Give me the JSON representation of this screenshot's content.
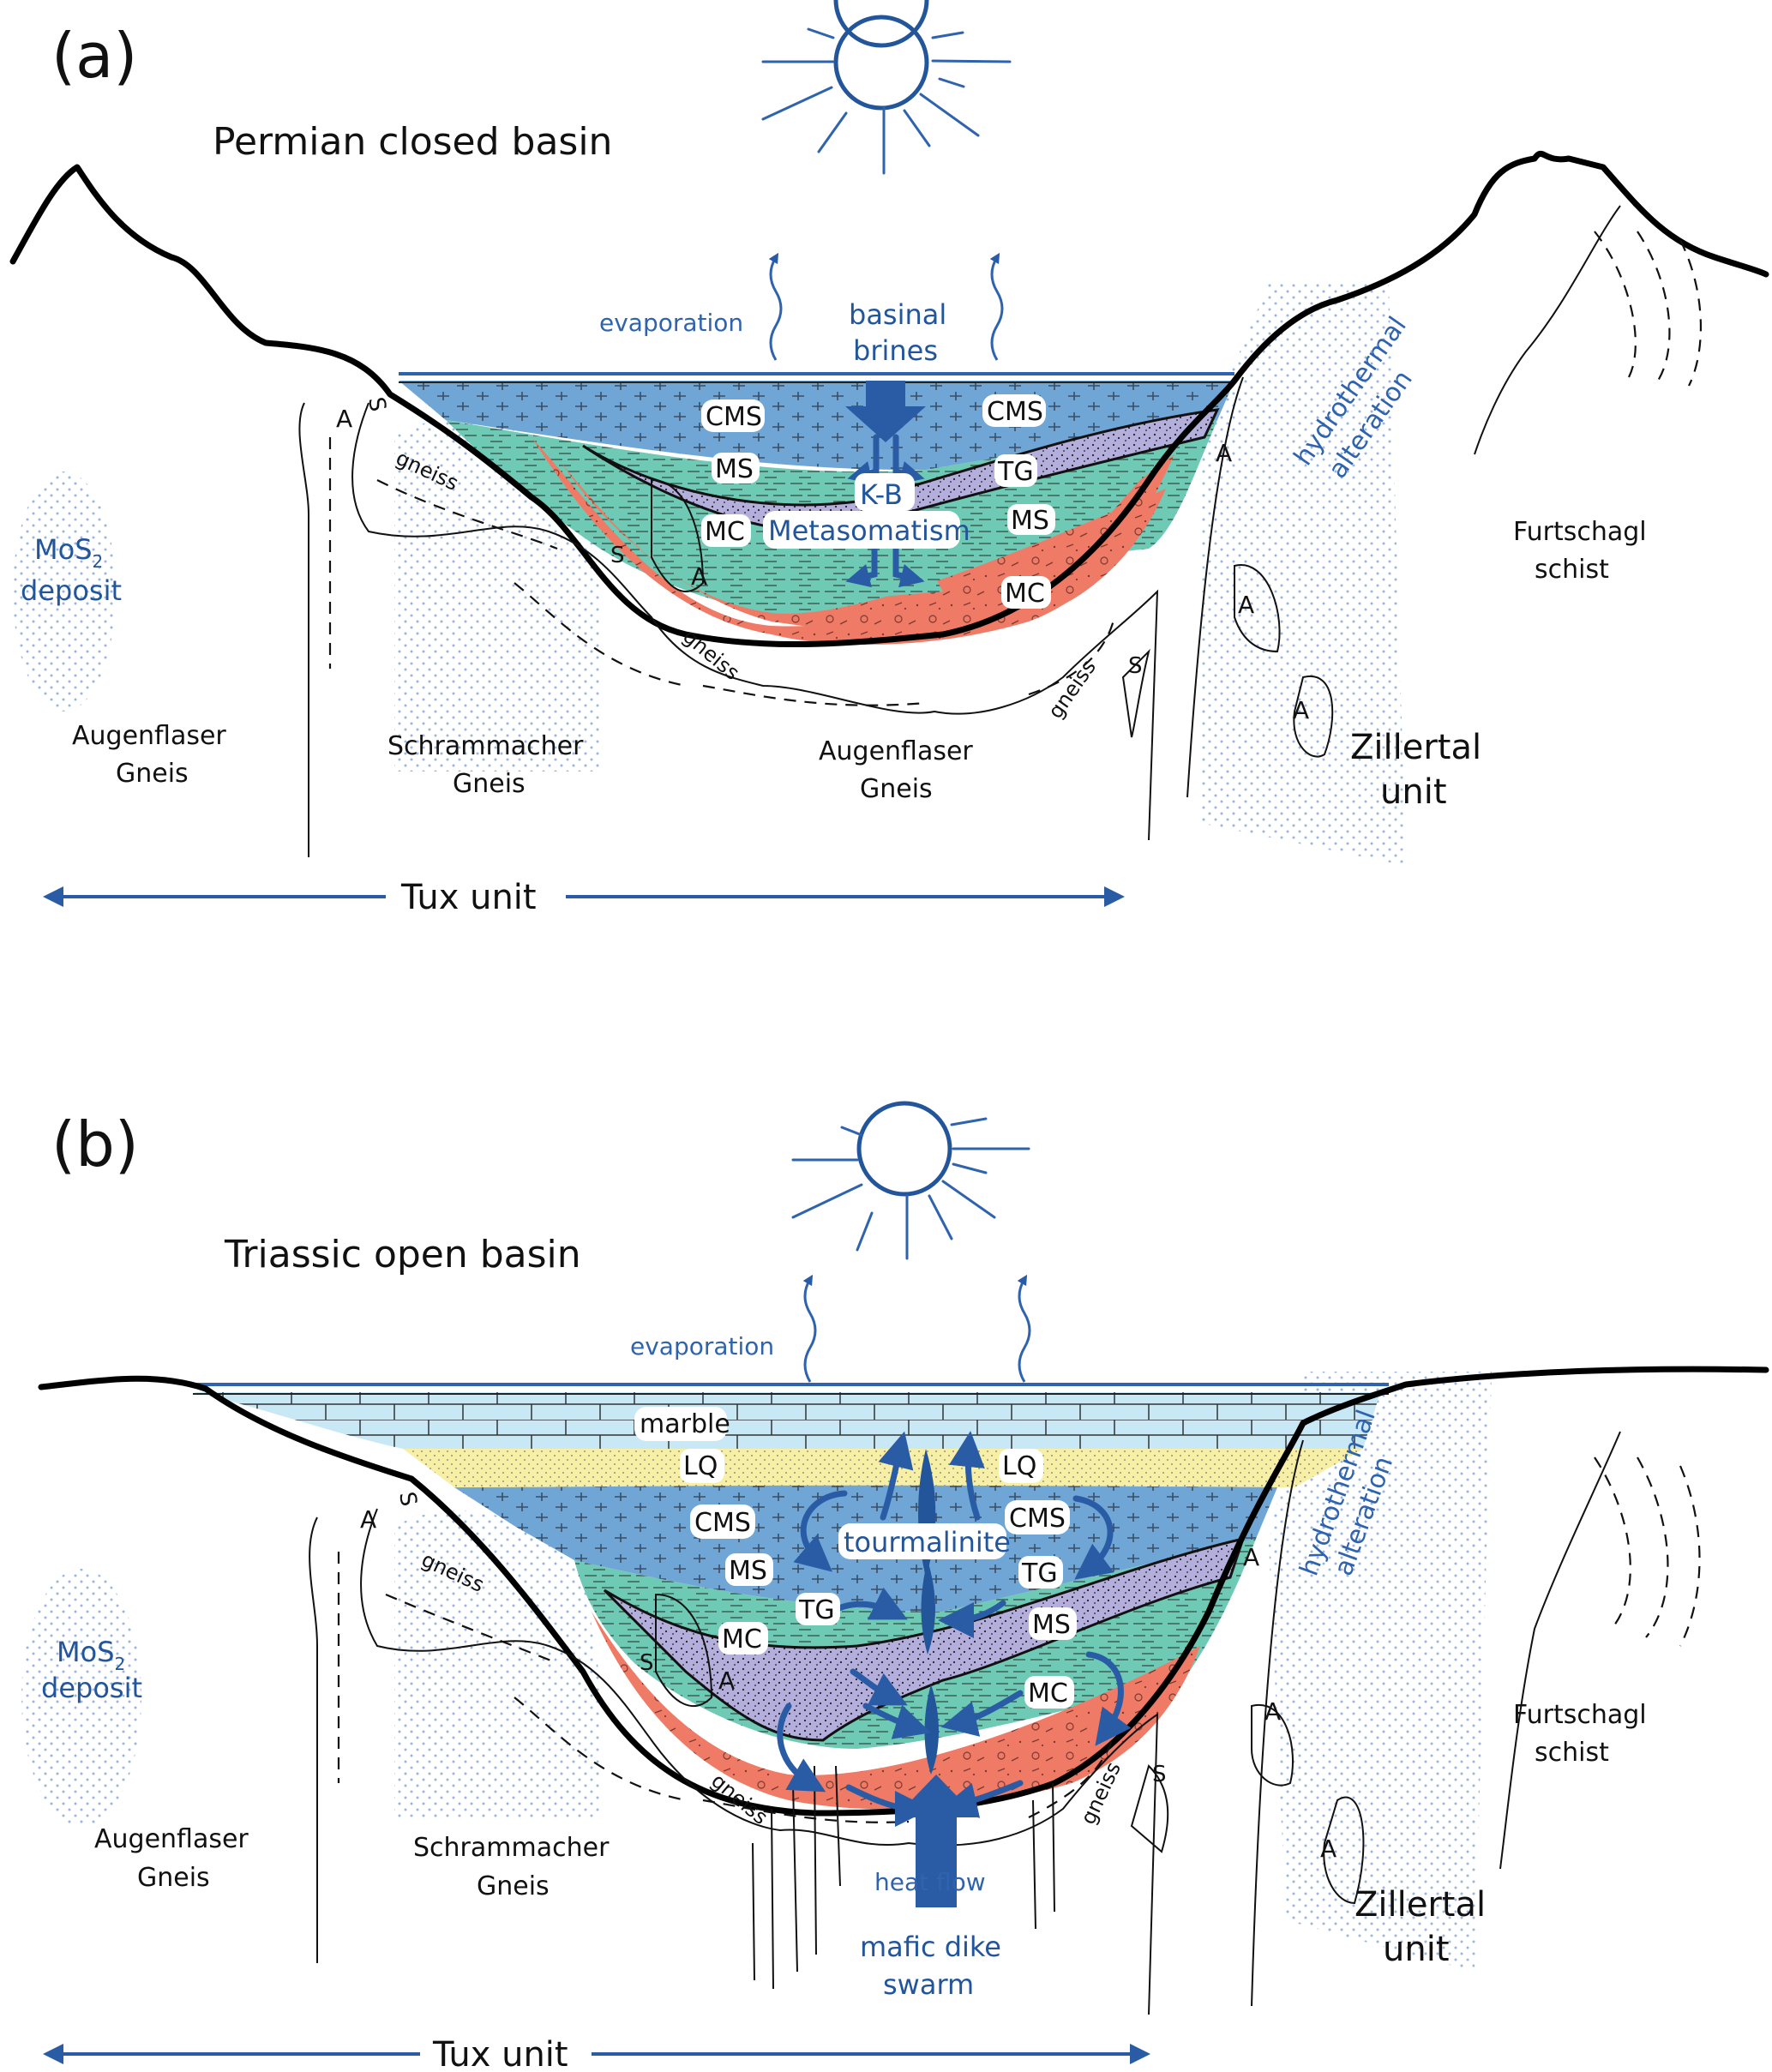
{
  "panels": [
    {
      "letter": "(a)",
      "title": "Permian closed basin",
      "labels": {
        "evaporation": "evaporation",
        "brines_1": "basinal",
        "brines_2": "brines",
        "cms_l": "CMS",
        "cms_r": "CMS",
        "ms_l": "MS",
        "ms_r": "MS",
        "tg": "TG",
        "mc_l": "MC",
        "mc_r": "MC",
        "meta_1": "K-B",
        "meta_2": "Metasomatism",
        "hydro_1": "hydrothermal",
        "hydro_2": "alteration",
        "mos2_1": "MoS",
        "mos2_sub": "2",
        "mos2_2": "deposit",
        "gneiss_1": "gneiss",
        "gneiss_2": "gneiss",
        "gneiss_3": "gneiss",
        "s_1": "S",
        "s_2": "S",
        "s_3": "S",
        "a_1": "A",
        "a_2": "A",
        "a_3": "A",
        "a_4": "A",
        "a_5": "A",
        "augen_l_1": "Augenflaser",
        "augen_l_2": "Gneis",
        "schram_1": "Schrammacher",
        "schram_2": "Gneis",
        "augen_c_1": "Augenflaser",
        "augen_c_2": "Gneis",
        "zillertal_1": "Zillertal",
        "zillertal_2": "unit",
        "furt_1": "Furtschagl",
        "furt_2": "schist",
        "tux": "Tux unit"
      }
    },
    {
      "letter": "(b)",
      "title": "Triassic open basin",
      "labels": {
        "evaporation": "evaporation",
        "marble": "marble",
        "lq_l": "LQ",
        "lq_r": "LQ",
        "cms_l": "CMS",
        "cms_r": "CMS",
        "tourmalinite": "tourmalinite",
        "ms_l": "MS",
        "ms_r": "MS",
        "tg_l": "TG",
        "tg_r": "TG",
        "mc_l": "MC",
        "mc_r": "MC",
        "hydro_1": "hydrothermal",
        "hydro_2": "alteration",
        "mos2_1": "MoS",
        "mos2_sub": "2",
        "mos2_2": "deposit",
        "gneiss_1": "gneiss",
        "gneiss_2": "gneiss",
        "gneiss_3": "gneiss",
        "s_1": "S",
        "s_2": "S",
        "s_3": "S",
        "a_1": "A",
        "a_2": "A",
        "a_3": "A",
        "a_4": "A",
        "a_5": "A",
        "augen_l_1": "Augenflaser",
        "augen_l_2": "Gneis",
        "schram_1": "Schrammacher",
        "schram_2": "Gneis",
        "heat": "heat flow",
        "dike_1": "mafic dike",
        "dike_2": "swarm",
        "zillertal_1": "Zillertal",
        "zillertal_2": "unit",
        "furt_1": "Furtschagl",
        "furt_2": "schist",
        "tux": "Tux unit"
      }
    }
  ],
  "colors": {
    "cms": "#6fa6d6",
    "ms": "#6fcab5",
    "tg": "#b3aedb",
    "mc": "#ef7a66",
    "marble": "#c9e8f6",
    "lq": "#f7efa6",
    "accent": "#2f63ad"
  }
}
